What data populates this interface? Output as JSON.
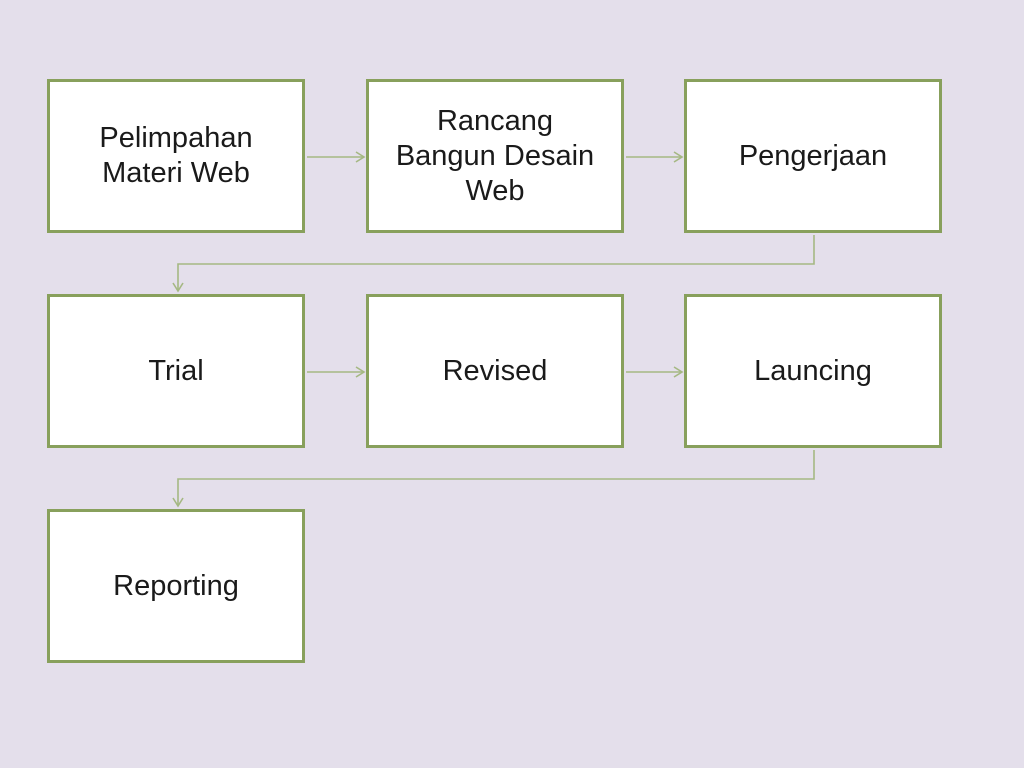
{
  "diagram": {
    "steps": [
      {
        "label": "Pelimpahan\nMateri Web"
      },
      {
        "label": "Rancang\nBangun Desain\nWeb"
      },
      {
        "label": "Pengerjaan"
      },
      {
        "label": "Trial"
      },
      {
        "label": "Revised"
      },
      {
        "label": "Launcing"
      },
      {
        "label": "Reporting"
      }
    ]
  },
  "colors": {
    "background": "#e4dfeb",
    "box_fill": "#ffffff",
    "box_border": "#88a05c",
    "connector": "#a5b883",
    "text": "#1a1a1a"
  }
}
